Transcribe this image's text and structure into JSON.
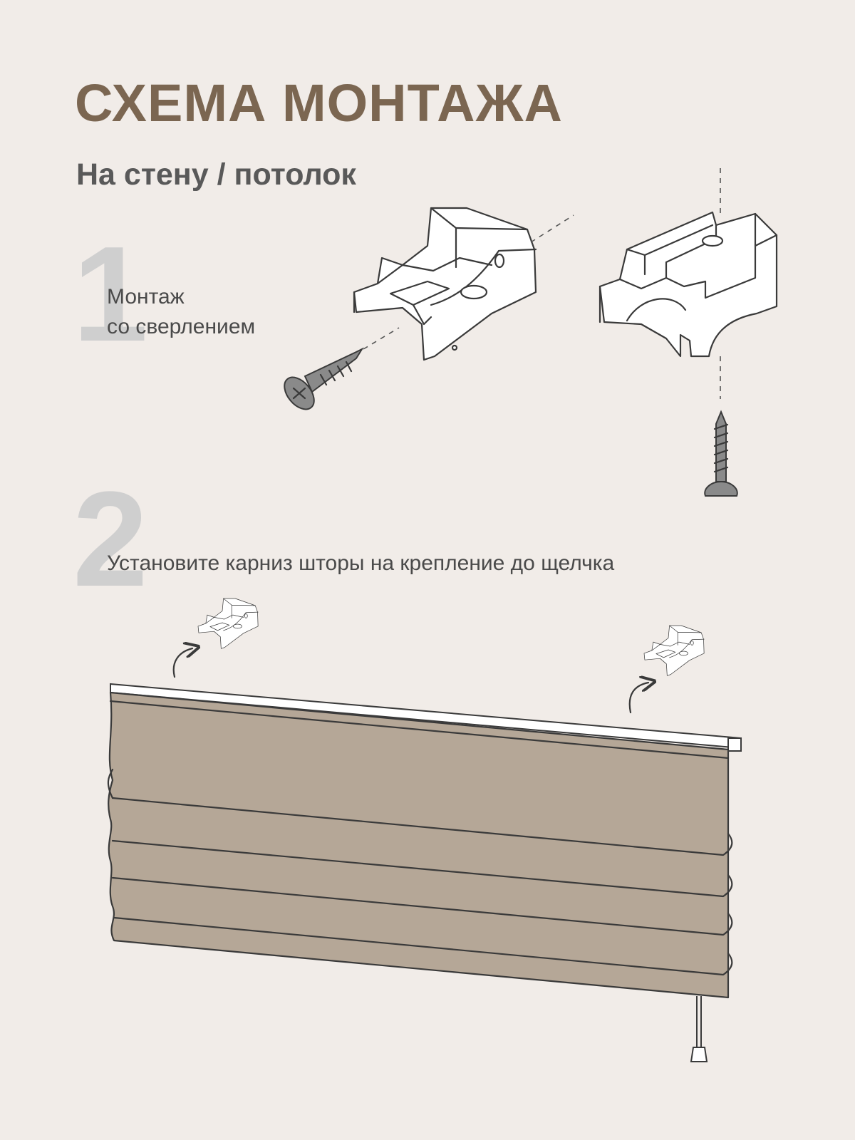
{
  "title": "СХЕМА МОНТАЖА",
  "subtitle": "На стену / потолок",
  "steps": [
    {
      "number": "1",
      "lines": [
        "Монтаж",
        "со сверлением"
      ]
    },
    {
      "number": "2",
      "text": "Установите карниз шторы на крепление до щелчка"
    }
  ],
  "colors": {
    "background": "#f1ece8",
    "title": "#7b6651",
    "subtitle": "#595959",
    "step_number": "#cfcfcf",
    "fabric": "#b5a797",
    "screw": "#8a8a8a"
  },
  "icons": {
    "wall_bracket": "wall-bracket-icon",
    "ceiling_bracket": "ceiling-bracket-icon",
    "screw": "screw-icon",
    "curtain": "roman-blind-icon"
  }
}
